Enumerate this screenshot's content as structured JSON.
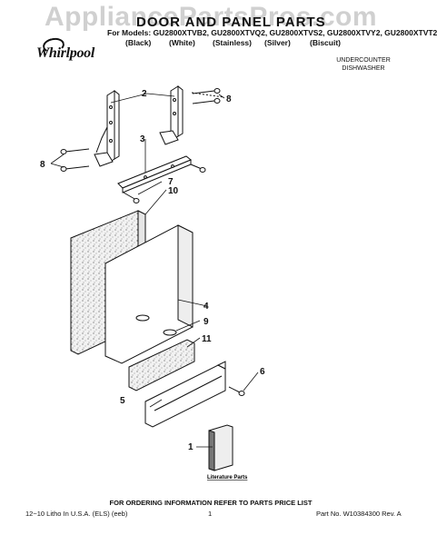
{
  "watermark": "AppliancePartsPros.com",
  "header": {
    "title": "DOOR AND PANEL PARTS",
    "models_line": "For Models: GU2800XTVB2, GU2800XTVQ2, GU2800XTVS2, GU2800XTVY2, GU2800XTVT2",
    "colors": [
      "(Black)",
      "(White)",
      "(Stainless)",
      "(Silver)",
      "(Biscuit)"
    ],
    "brand": "Whirlpool",
    "product_line1": "UNDERCOUNTER",
    "product_line2": "DISHWASHER"
  },
  "callouts": {
    "c1": "1",
    "c2": "2",
    "c3": "3",
    "c4": "4",
    "c5": "5",
    "c6": "6",
    "c7": "7",
    "c8a": "8",
    "c8b": "8",
    "c9": "9",
    "c10": "10",
    "c11": "11"
  },
  "literature_label": "Literature Parts",
  "footer": {
    "note": "FOR ORDERING INFORMATION REFER TO PARTS PRICE LIST",
    "left": "12−10 Litho In U.S.A. (ELS) (eeb)",
    "page": "1",
    "part_no": "Part No. W10384300 Rev. A"
  }
}
